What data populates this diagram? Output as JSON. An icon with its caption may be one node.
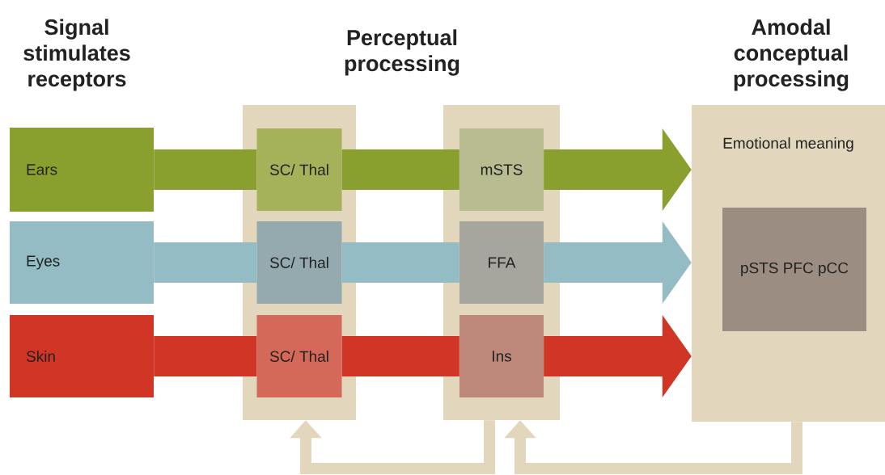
{
  "diagram": {
    "nodes": [
      {
        "text": [
          "Ears"
        ]
      },
      {
        "text": [
          "Eyes"
        ]
      },
      {
        "text": [
          "Skin"
        ]
      },
      {
        "text": [],
        "shape": "box"
      },
      {
        "text": [
          "SC/ Thal"
        ],
        "in": 3
      },
      {
        "text": [
          "SC/ Thal"
        ],
        "in": 3
      },
      {
        "text": [
          "SC/ Thal"
        ],
        "in": 3
      },
      {
        "text": [],
        "shape": "box"
      },
      {
        "text": [
          "mSTS"
        ],
        "in": 7
      },
      {
        "text": [
          "FFA"
        ],
        "in": 7
      },
      {
        "text": [
          "Ins"
        ],
        "in": 7
      },
      {
        "text": [
          "Emotional meaning"
        ]
      },
      {
        "text": [
          "pSTS PFC pCC"
        ],
        "in": 11
      }
    ],
    "edges": [
      {
        "from": 0,
        "to": 4,
        "arrow": "none",
        "color": "#8aa02e"
      },
      {
        "from": 4,
        "to": 8,
        "arrow": "none",
        "color": "#8aa02e"
      },
      {
        "from": 8,
        "to": 11,
        "arrow": "to",
        "color": "#8aa02e"
      },
      {
        "from": 1,
        "to": 5,
        "arrow": "none",
        "color": "#93bcc5"
      },
      {
        "from": 5,
        "to": 9,
        "arrow": "none",
        "color": "#93bcc5"
      },
      {
        "from": 9,
        "to": 11,
        "arrow": "to",
        "color": "#93bcc5"
      },
      {
        "from": 2,
        "to": 6,
        "arrow": "none",
        "color": "#d03526"
      },
      {
        "from": 6,
        "to": 10,
        "arrow": "none",
        "color": "#d03526"
      },
      {
        "from": 10,
        "to": 11,
        "arrow": "to",
        "color": "#d03526"
      },
      {
        "from": 7,
        "to": 3,
        "arrow": "to",
        "color": "#e2d6bd"
      },
      {
        "from": 11,
        "to": 7,
        "arrow": "to",
        "color": "#e2d6bd"
      }
    ],
    "labels": [
      "Signal stimulates receptors",
      "Perceptual processing",
      "Amodal conceptual processing"
    ]
  }
}
